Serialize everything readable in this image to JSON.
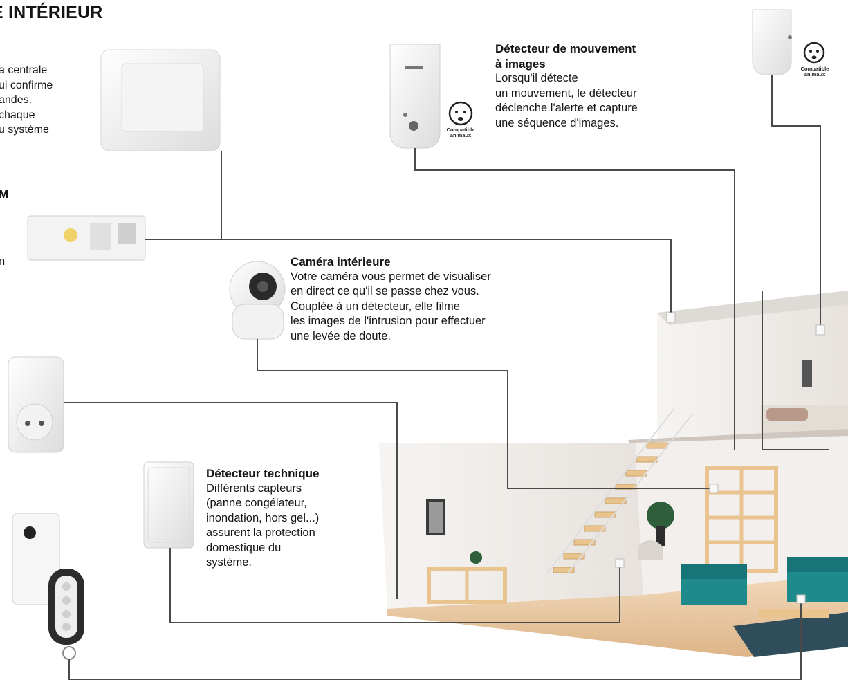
{
  "page": {
    "title": "E INTÉRIEUR"
  },
  "left_fragments": {
    "a": [
      "a centrale",
      "ui confirme",
      "andes.",
      "chaque",
      "u système"
    ],
    "b": "M",
    "c": "n"
  },
  "badges": {
    "pet_line1": "Compatible",
    "pet_line2": "animaux"
  },
  "devices": {
    "motion_image": {
      "title": [
        "Détecteur de mouvement",
        "à images"
      ],
      "lines": [
        "Lorsqu'il détecte",
        "un mouvement, le détecteur",
        "déclenche l'alerte et capture",
        "une séquence d'images."
      ]
    },
    "camera": {
      "title": "Caméra intérieure",
      "lines": [
        "Votre caméra vous permet de visualiser",
        "en direct ce qu'il se passe chez vous.",
        "Couplée à un détecteur, elle filme",
        "les images de l'intrusion pour effectuer",
        "une levée de doute."
      ]
    },
    "technical": {
      "title": "Détecteur technique",
      "lines": [
        "Différents capteurs",
        "(panne congélateur,",
        "inondation, hors gel...)",
        "assurent la protection",
        "domestique du",
        "système."
      ]
    }
  },
  "colors": {
    "connector": "#4a4a4a",
    "wall": "#eeeae6",
    "floor": "#e8c9a3",
    "sofa": "#1f8a8c",
    "wood": "#e9c48f"
  }
}
